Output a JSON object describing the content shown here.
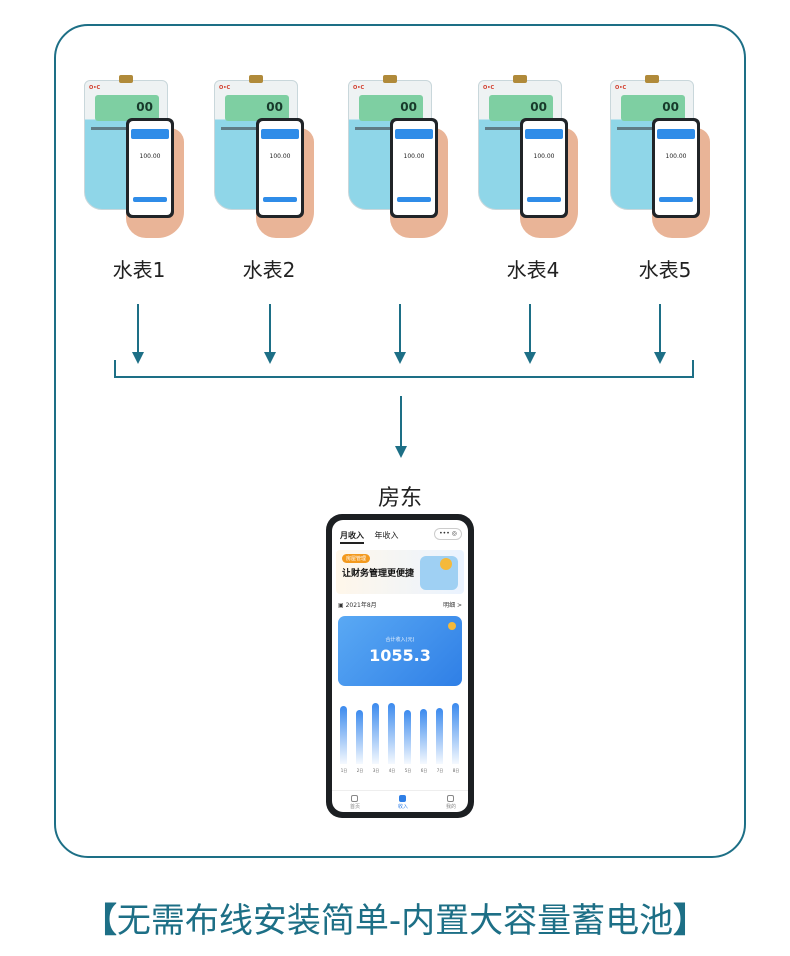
{
  "meters": [
    {
      "label": "水表1",
      "lcd": "00",
      "value": "100.00"
    },
    {
      "label": "水表2",
      "lcd": "00",
      "value": "100.00"
    },
    {
      "label": "",
      "lcd": "00",
      "value": "100.00"
    },
    {
      "label": "水表4",
      "lcd": "00",
      "value": "100.00"
    },
    {
      "label": "水表5",
      "lcd": "00",
      "value": "100.00"
    }
  ],
  "landlord": {
    "label": "房东"
  },
  "phone": {
    "tabs": [
      "月收入",
      "年收入"
    ],
    "menu_icon": "more-dots-icon",
    "promo_tag": "房屋管理",
    "promo_text": "让财务管理更便捷",
    "date": "2021年8月",
    "detail_link": "明细 >",
    "card_label": "合计收入(元)",
    "card_value": "1055.3",
    "bars": [
      {
        "label": "1日",
        "level": 0.88
      },
      {
        "label": "2日",
        "level": 0.82
      },
      {
        "label": "3日",
        "level": 0.92
      },
      {
        "label": "4日",
        "level": 0.92
      },
      {
        "label": "5日",
        "level": 0.82
      },
      {
        "label": "6日",
        "level": 0.84
      },
      {
        "label": "7日",
        "level": 0.85
      },
      {
        "label": "8日",
        "level": 0.93
      }
    ],
    "nav": [
      {
        "label": "首页",
        "icon": "home-icon",
        "active": false
      },
      {
        "label": "收入",
        "icon": "income-icon",
        "active": true
      },
      {
        "label": "我的",
        "icon": "user-icon",
        "active": false
      }
    ]
  },
  "footer": {
    "bracket_left": "【",
    "text": "无需布线安装简单-内置大容量蓄电池",
    "bracket_right": "】"
  },
  "colors": {
    "accent": "#1d6f86",
    "blue": "#2f7fe6"
  }
}
